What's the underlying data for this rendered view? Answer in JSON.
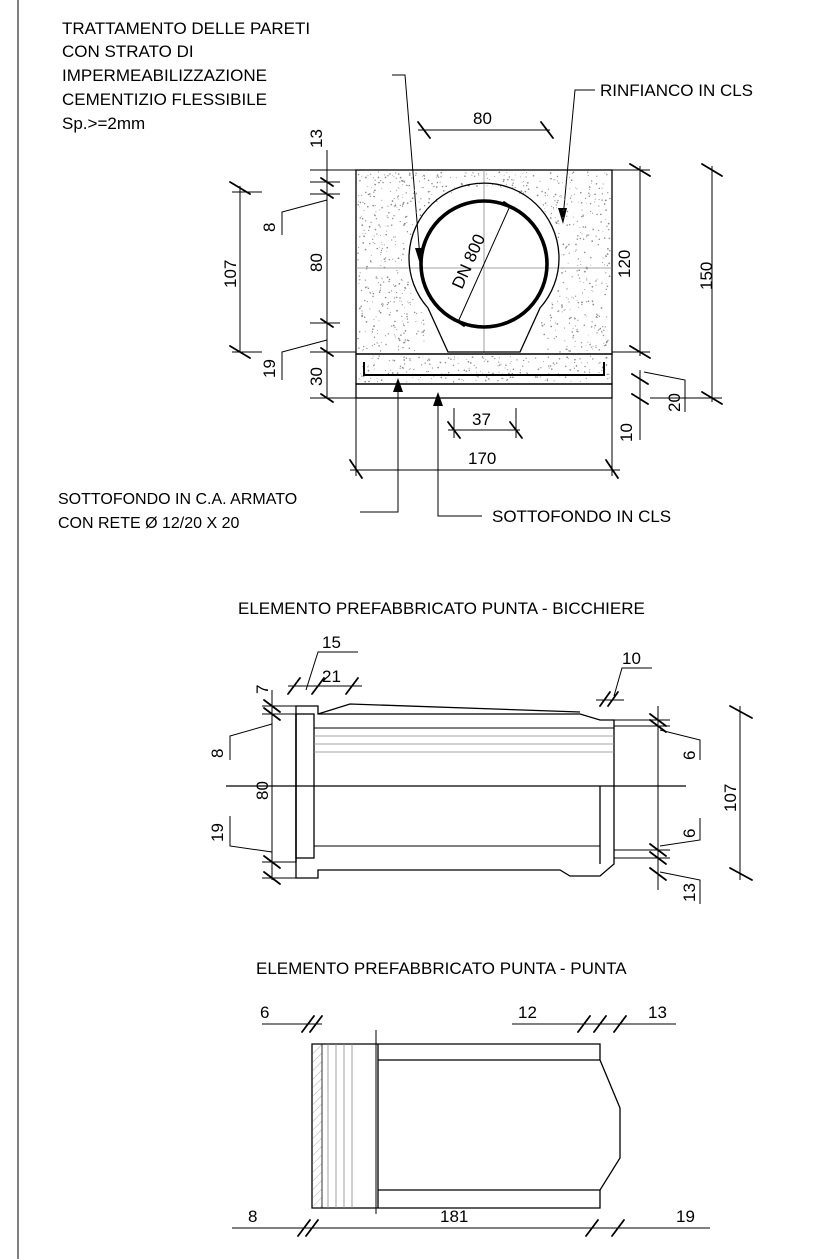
{
  "colors": {
    "line": "#000000",
    "background": "#ffffff",
    "hatch": "#999999",
    "concrete_speckle": "#8a8a8a"
  },
  "notes": {
    "wall_treatment": [
      "TRATTAMENTO DELLE PARETI",
      "CON STRATO DI",
      "IMPERMEABILIZZAZIONE",
      "CEMENTIZIO FLESSIBILE",
      "Sp.>=2mm"
    ],
    "backfill": "RINFIANCO IN CLS",
    "reinforced_base": [
      "SOTTOFONDO IN C.A. ARMATO",
      "CON RETE Ø 12/20 X 20"
    ],
    "plain_base": "SOTTOFONDO IN CLS"
  },
  "section": {
    "pipe_label": "DN 800",
    "dims": {
      "top_width": "80",
      "top_cover": "13",
      "wall_top": "8",
      "inner_height": "80",
      "left_total": "107",
      "bottom_haunch": "19",
      "base_30": "30",
      "right_120": "120",
      "right_150": "150",
      "right_20": "20",
      "right_10": "10",
      "width_37": "37",
      "total_width": "170"
    }
  },
  "elevation_socket": {
    "title": "ELEMENTO PREFABBRICATO PUNTA - BICCHIERE",
    "dims": {
      "d15": "15",
      "d21": "21",
      "d7": "7",
      "d10": "10",
      "d8": "8",
      "d80": "80",
      "d19": "19",
      "d6_top": "6",
      "d6_bottom": "6",
      "d107": "107",
      "d13": "13"
    }
  },
  "elevation_spigot": {
    "title": "ELEMENTO PREFABBRICATO PUNTA - PUNTA",
    "dims": {
      "d6": "6",
      "d12": "12",
      "d13": "13",
      "d8": "8",
      "d181": "181",
      "d19": "19"
    }
  }
}
